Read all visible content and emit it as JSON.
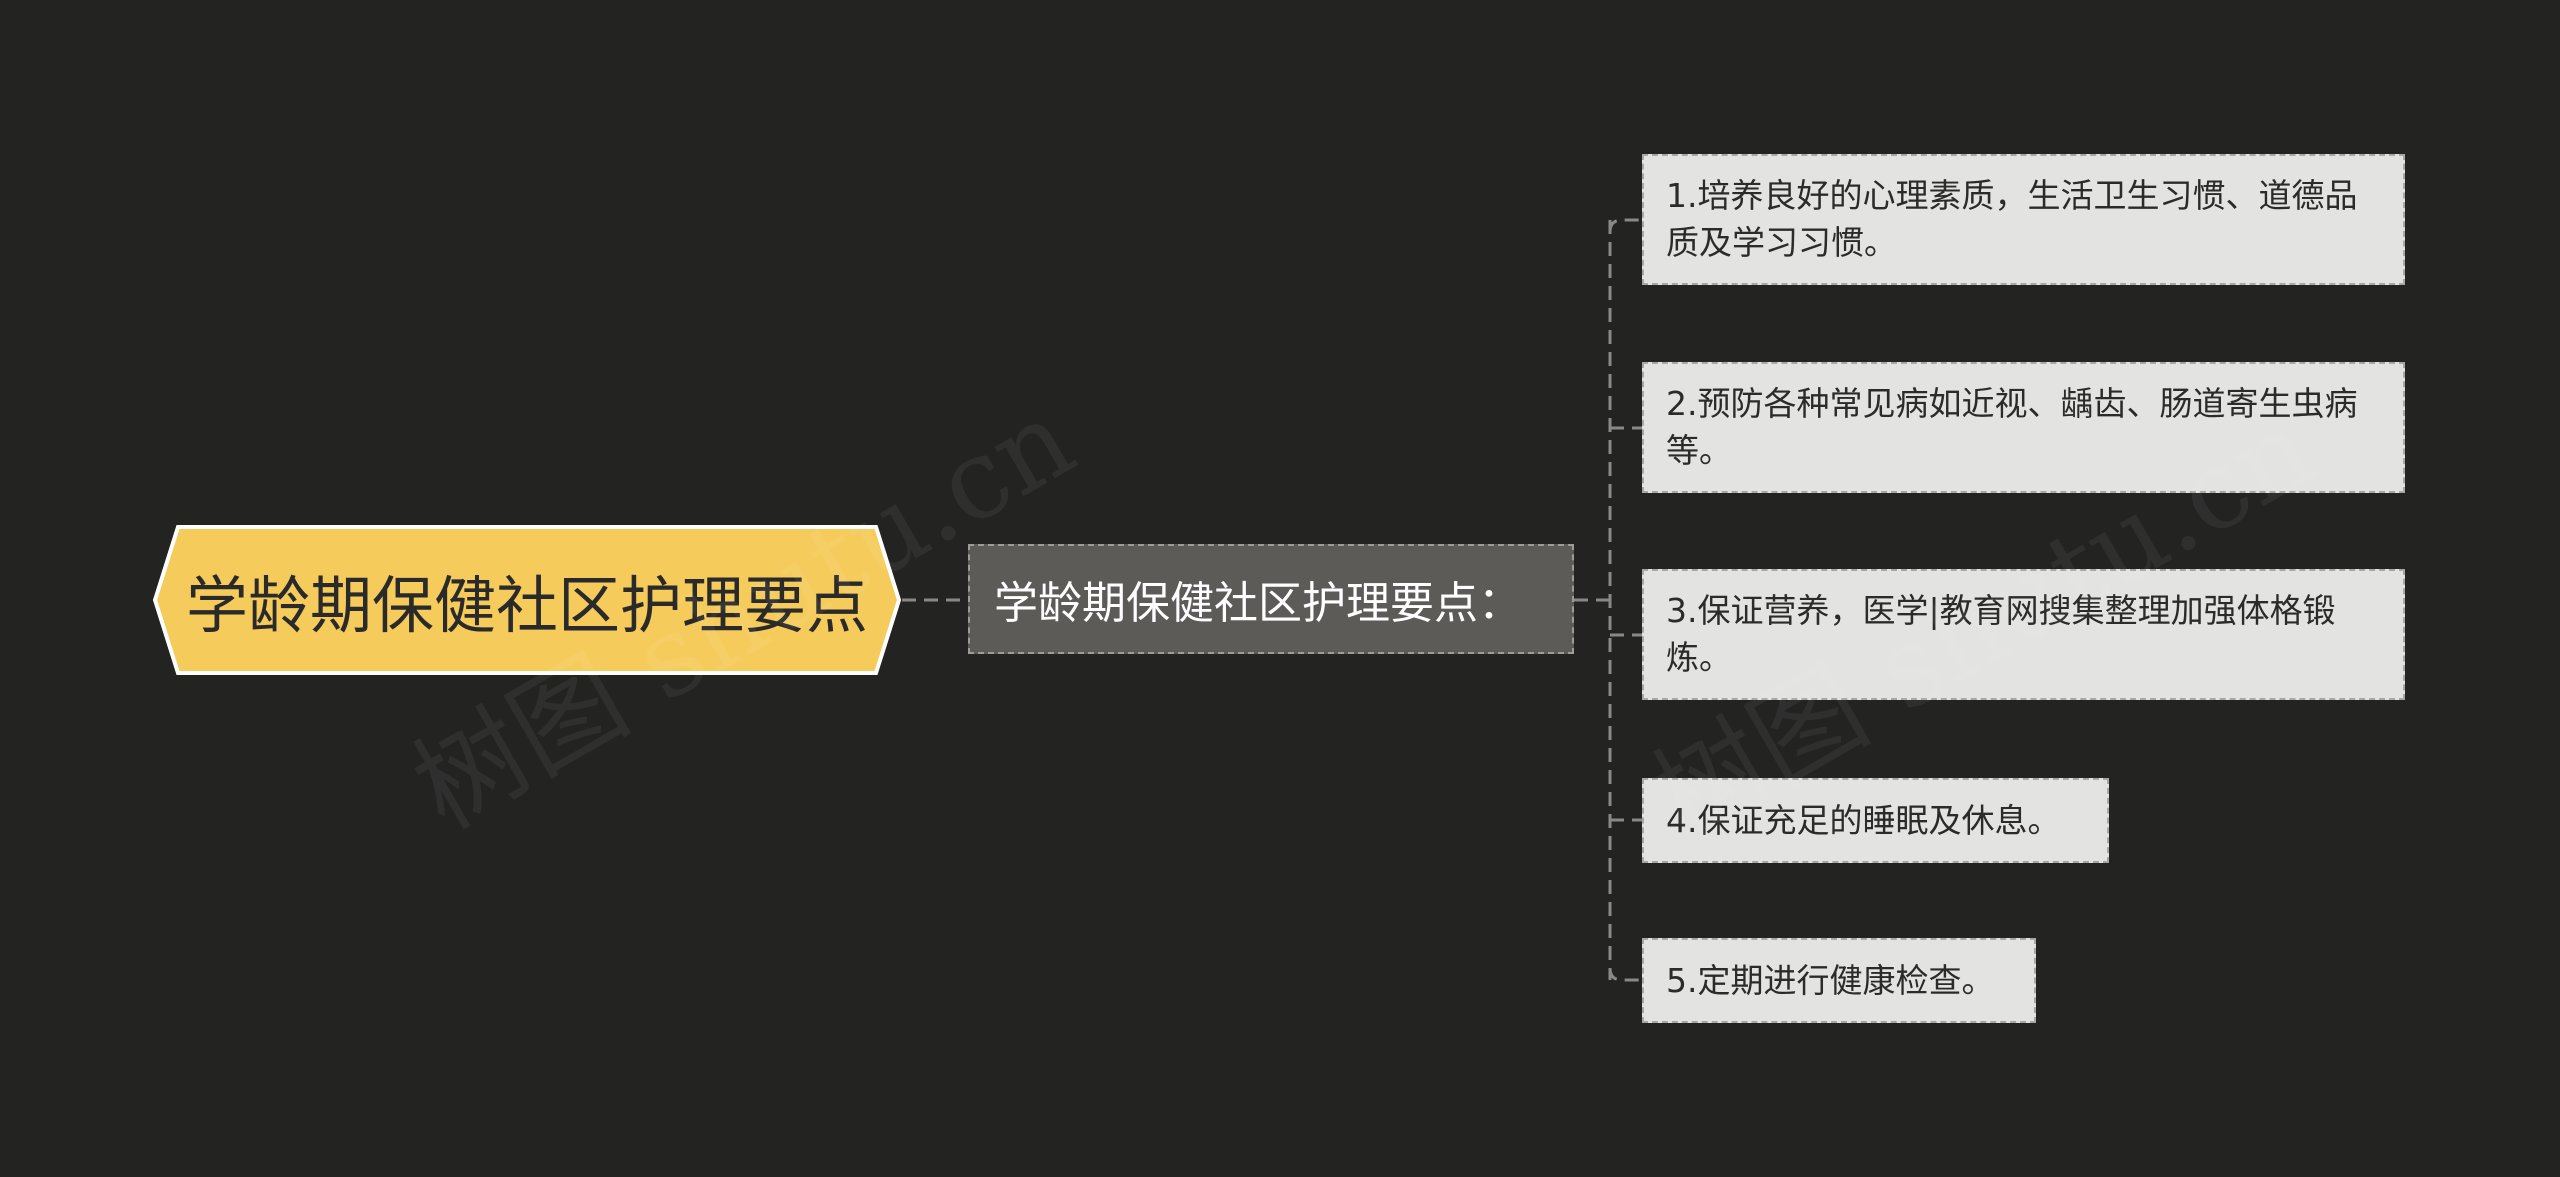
{
  "mindmap": {
    "root": {
      "label": "学龄期保健社区护理要点"
    },
    "branch": {
      "label": "学龄期保健社区护理要点："
    },
    "leaves": [
      {
        "label": "1.培养良好的心理素质，生活卫生习惯、道德品质及学习习惯。"
      },
      {
        "label": "2.预防各种常见病如近视、龋齿、肠道寄生虫病等。"
      },
      {
        "label": "3.保证营养，医学|教育网搜集整理加强体格锻炼。"
      },
      {
        "label": "4.保证充足的睡眠及休息。"
      },
      {
        "label": "5.定期进行健康检查。"
      }
    ]
  },
  "watermark": {
    "text": "树图 shutu.cn"
  },
  "colors": {
    "background": "#232322",
    "root_fill": "#f5cb5c",
    "root_border": "#ffffff",
    "branch_fill": "#5d5b58",
    "leaf_fill": "#e3e3e1",
    "connector": "#8a8986"
  }
}
